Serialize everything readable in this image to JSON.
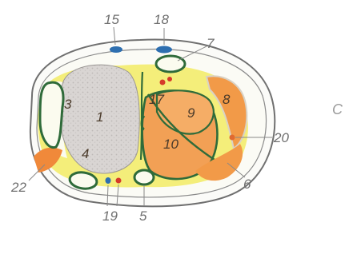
{
  "panel_letter": "C",
  "labels": {
    "l1": "1",
    "l3": "3",
    "l4": "4",
    "l5": "5",
    "l6": "6",
    "l7": "7",
    "l8": "8",
    "l9": "9",
    "l10": "10",
    "l15": "15",
    "l17": "17",
    "l18": "18",
    "l19": "19",
    "l20": "20",
    "l22": "22"
  },
  "colors": {
    "outline": "#6e6e6e",
    "fat": "#f4ee7a",
    "bone": "#d8d4d2",
    "muscle": "#f2a055",
    "tendon_green": "#2f6b3a",
    "vein_blue": "#2e6fb0",
    "artery_red": "#d63a2a"
  }
}
